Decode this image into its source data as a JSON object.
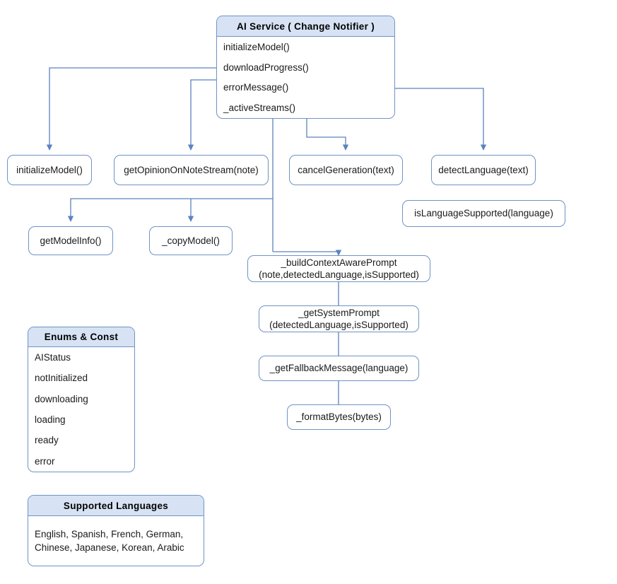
{
  "theme": {
    "background": "#ffffff",
    "node_border": "#6f93c6",
    "node_fill": "#ffffff",
    "header_fill": "#d7e3f4",
    "edge_color": "#5b83bd",
    "text_color": "#1a1a1a"
  },
  "main_class": {
    "title": "AI Service ( Change Notifier )",
    "members": [
      "initializeModel()",
      "downloadProgress()",
      "errorMessage()",
      "_activeStreams()"
    ]
  },
  "methods": {
    "initialize_model": "initializeModel()",
    "get_opinion_on_note_stream": "getOpinionOnNoteStream(note)",
    "cancel_generation": "cancelGeneration(text)",
    "detect_language": "detectLanguage(text)",
    "is_language_supported": "isLanguageSupported(language)",
    "get_model_info": "getModelInfo()",
    "copy_model": "_copyModel()",
    "build_context_aware_prompt": "_buildContextAwarePrompt\n(note,detectedLanguage,isSupported)",
    "get_system_prompt": "_getSystemPrompt\n(detectedLanguage,isSupported)",
    "get_fallback_message": "_getFallbackMessage(language)",
    "format_bytes": "_formatBytes(bytes)"
  },
  "enums_box": {
    "title": "Enums & Const",
    "items": [
      "AIStatus",
      "notInitialized",
      "downloading",
      "loading",
      "ready",
      "error"
    ]
  },
  "languages_box": {
    "title": "Supported Languages",
    "text": "English, Spanish, French, German,\nChinese, Japanese, Korean, Arabic"
  }
}
